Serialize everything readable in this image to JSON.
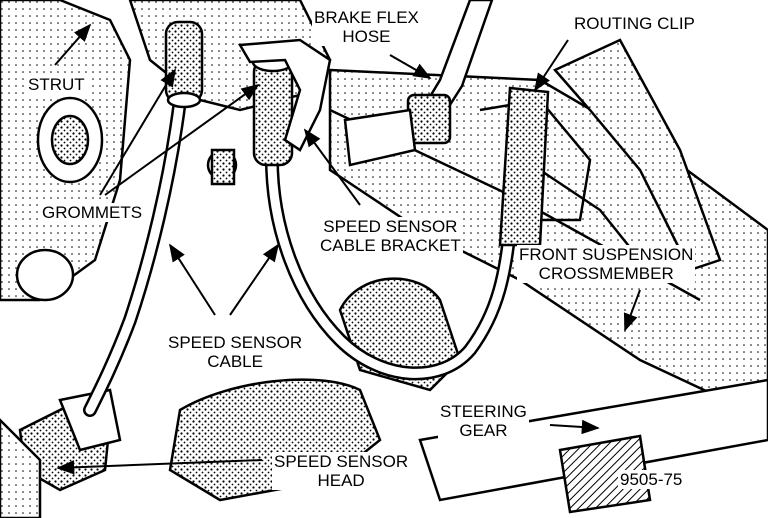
{
  "labels": {
    "strut": "STRUT",
    "brake_flex_hose": [
      "BRAKE FLEX",
      "HOSE"
    ],
    "routing_clip": "ROUTING CLIP",
    "grommets": "GROMMETS",
    "speed_sensor_cable_bracket": [
      "SPEED SENSOR",
      "CABLE BRACKET"
    ],
    "front_suspension_crossmember": [
      "FRONT SUSPENSION",
      "CROSSMEMBER"
    ],
    "speed_sensor_cable": [
      "SPEED SENSOR",
      "CABLE"
    ],
    "steering_gear": [
      "STEERING",
      "GEAR"
    ],
    "speed_sensor_head": [
      "SPEED SENSOR",
      "HEAD"
    ],
    "figure_number": "9505-75"
  }
}
